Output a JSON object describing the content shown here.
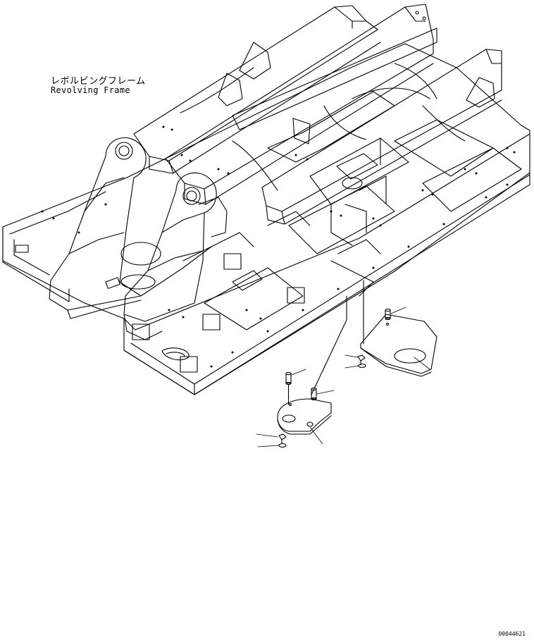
{
  "title": {
    "japanese": "レボルビングフレーム",
    "english": "Revolving Frame"
  },
  "drawing_number": "00044621",
  "parts": [
    {
      "name": "revolving-frame"
    },
    {
      "name": "cover-plate-right"
    },
    {
      "name": "cover-plate-left"
    },
    {
      "name": "bolt-right"
    },
    {
      "name": "bolt-left"
    },
    {
      "name": "pin-right"
    },
    {
      "name": "pin-left-1"
    },
    {
      "name": "pin-left-2"
    },
    {
      "name": "washer-right"
    },
    {
      "name": "washer-left"
    }
  ]
}
